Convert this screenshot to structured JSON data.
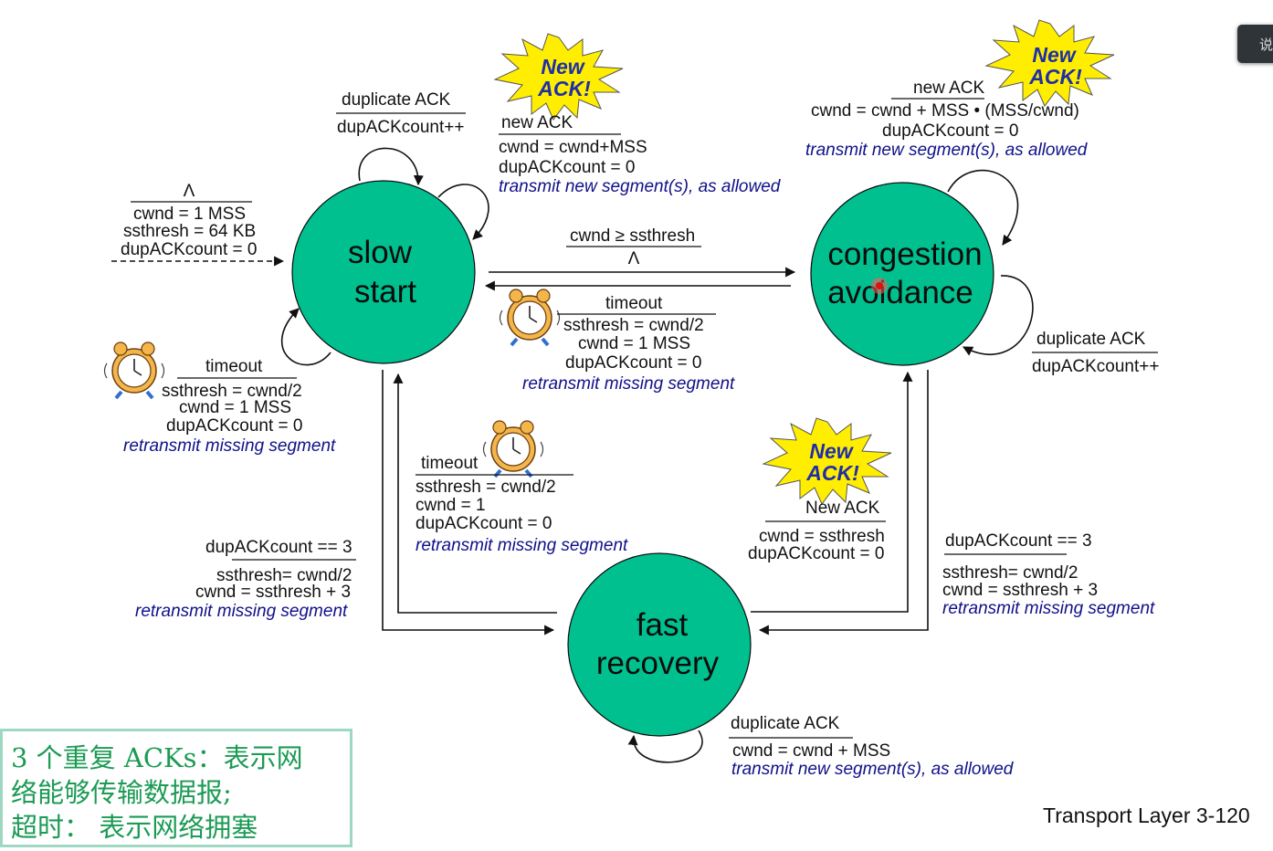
{
  "colors": {
    "state_fill": "#00c08f",
    "action_text": "#10108a",
    "burst_fill": "#ffee00",
    "note_text": "#1c9b55",
    "note_border": "#9fd8c2"
  },
  "states": {
    "slow_start": [
      "slow",
      "start"
    ],
    "congestion_avoidance": [
      "congestion",
      "avoidance"
    ],
    "fast_recovery": [
      "fast",
      "recovery"
    ]
  },
  "badges": {
    "new_ack": [
      "New",
      "ACK!"
    ],
    "icon": "alarm-clock-icon"
  },
  "transitions": {
    "init": {
      "event": "Λ",
      "actions": [
        "cwnd = 1 MSS",
        "ssthresh = 64 KB",
        "dupACKcount = 0"
      ]
    },
    "ss_dup_ack": {
      "event": "duplicate ACK",
      "actions": [
        "dupACKcount++"
      ]
    },
    "ss_new_ack": {
      "event": "new ACK",
      "actions": [
        "cwnd = cwnd+MSS",
        "dupACKcount = 0"
      ],
      "note": "transmit new segment(s), as allowed"
    },
    "ss_timeout": {
      "event": "timeout",
      "actions": [
        "ssthresh = cwnd/2",
        "cwnd = 1 MSS",
        "dupACKcount = 0"
      ],
      "note": "retransmit missing segment"
    },
    "ss_to_ca": {
      "event": "cwnd ≥ ssthresh",
      "actions": [
        "Λ"
      ]
    },
    "ca_timeout": {
      "event": "timeout",
      "actions": [
        "ssthresh = cwnd/2",
        "cwnd = 1 MSS",
        "dupACKcount = 0"
      ],
      "note": "retransmit missing segment"
    },
    "ca_new_ack": {
      "event": "new ACK",
      "actions": [
        "cwnd = cwnd + MSS • (MSS/cwnd)",
        "dupACKcount = 0"
      ],
      "note": "transmit new segment(s), as allowed"
    },
    "ca_dup_ack": {
      "event": "duplicate ACK",
      "actions": [
        "dupACKcount++"
      ]
    },
    "fr_timeout": {
      "event": "timeout",
      "actions": [
        "ssthresh = cwnd/2",
        "cwnd = 1",
        "dupACKcount = 0"
      ],
      "note": "retransmit missing segment"
    },
    "ss_to_fr": {
      "event": "dupACKcount == 3",
      "actions": [
        "ssthresh= cwnd/2",
        "cwnd = ssthresh + 3"
      ],
      "note": "retransmit missing segment"
    },
    "fr_to_ca": {
      "event": "New ACK",
      "actions": [
        "cwnd = ssthresh",
        "dupACKcount = 0"
      ]
    },
    "ca_to_fr": {
      "event": "dupACKcount == 3",
      "actions": [
        "ssthresh= cwnd/2",
        "cwnd = ssthresh + 3"
      ],
      "note": "retransmit missing segment"
    },
    "fr_dup_ack": {
      "event": "duplicate ACK",
      "actions": [
        "cwnd = cwnd + MSS"
      ],
      "note": "transmit new segment(s), as allowed"
    }
  },
  "note_box": [
    "3 个重复 ACKs：表示网",
    "络能够传输数据报;",
    "超时： 表示网络拥塞"
  ],
  "footer": "Transport Layer 3-120",
  "side_tab": "说"
}
